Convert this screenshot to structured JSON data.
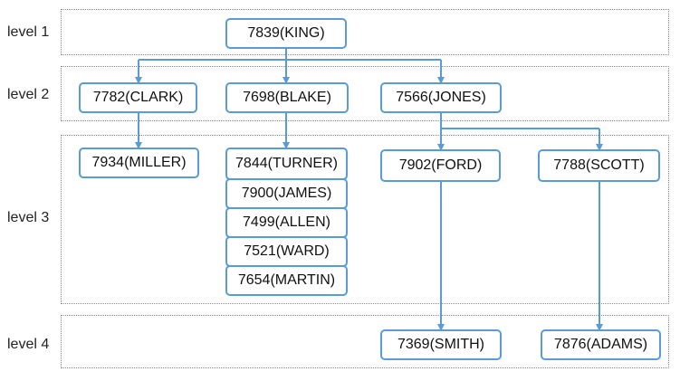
{
  "levels": {
    "l1": "level 1",
    "l2": "level 2",
    "l3": "level 3",
    "l4": "level 4"
  },
  "nodes": {
    "king": "7839(KING)",
    "clark": "7782(CLARK)",
    "blake": "7698(BLAKE)",
    "jones": "7566(JONES)",
    "miller": "7934(MILLER)",
    "turner": "7844(TURNER)",
    "james": "7900(JAMES)",
    "allen": "7499(ALLEN)",
    "ward": "7521(WARD)",
    "martin": "7654(MARTIN)",
    "ford": "7902(FORD)",
    "scott": "7788(SCOTT)",
    "smith": "7369(SMITH)",
    "adams": "7876(ADAMS)"
  },
  "colors": {
    "connector": "#5b9bd5",
    "node_border": "#5b9bd5",
    "band_border": "#8a8a8a"
  }
}
